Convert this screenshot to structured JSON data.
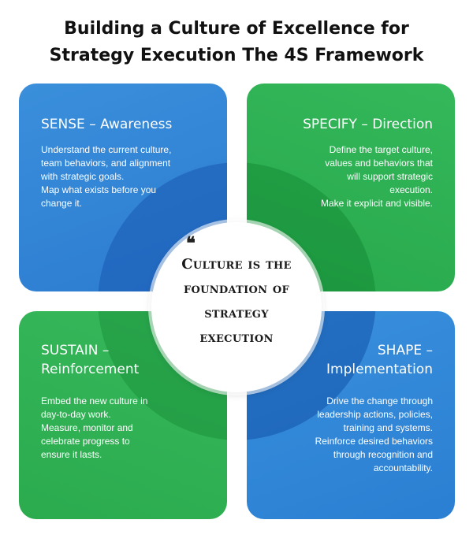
{
  "title": {
    "line1": "Building a Culture of Excellence for",
    "line2": "Strategy Execution The 4S Framework"
  },
  "cards": {
    "sense": {
      "heading": "SENSE – Awareness",
      "lines": [
        "Understand the current culture,",
        "team behaviors, and alignment",
        "with strategic goals.",
        "Map what exists before you",
        "change it."
      ]
    },
    "specify": {
      "heading": "SPECIFY – Direction",
      "lines": [
        "Define the target culture,",
        "values and behaviors that",
        "will support strategic",
        "execution.",
        "Make it explicit and visible."
      ]
    },
    "sustain": {
      "heading_line1": "SUSTAIN –",
      "heading_line2": "Reinforcement",
      "lines": [
        "Embed the new culture in",
        "day-to-day work.",
        "Measure, monitor and",
        "celebrate progress to",
        "ensure it lasts."
      ]
    },
    "shape": {
      "heading_line1": "SHAPE –",
      "heading_line2": "Implementation",
      "lines": [
        "Drive the change through",
        "leadership actions, policies,",
        "training and systems.",
        "Reinforce desired behaviors",
        "through recognition and",
        "accountability."
      ]
    }
  },
  "center": {
    "quote_mark": "❝",
    "lines": [
      "Culture is the",
      "foundation of",
      "strategy",
      "execution"
    ]
  },
  "colors": {
    "blue": "#2c7bd0",
    "green": "#27a84c"
  }
}
